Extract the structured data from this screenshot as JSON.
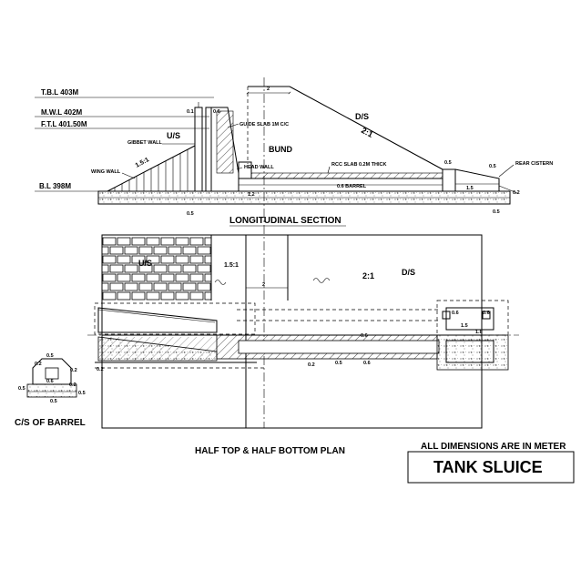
{
  "longitudinal": {
    "levels": {
      "tbl": "T.B.L 403M",
      "mwl": "M.W.L 402M",
      "ftl": "F.T.L 401.50M",
      "bl": "B.L 398M"
    },
    "labels": {
      "us": "U/S",
      "ds": "D/S",
      "slope_us": "1.5:1",
      "slope_ds": "2:1",
      "bund": "BUND",
      "gibbet_wall": "GIBBET WALL",
      "wing_wall": "WING WALL",
      "guide_slab": "GUIDE SLAB 1M C/C",
      "head_wall": "HEAD WALL",
      "rcc_slab": "RCC SLAB 0.2M THICK",
      "barrel": "0.6 BARREL",
      "rear_cistern": "REAR CISTERN"
    },
    "dims": {
      "top_width": "2",
      "d_01": "0.1",
      "d_06a": "0.6",
      "d_12": "1.2",
      "d_05a": "0.5",
      "d_05b": "0.5",
      "d_05c": "0.5",
      "d_15": "1.5",
      "d_02": "0.2",
      "d_05d": "0.5"
    },
    "title": "LONGITUDINAL SECTION"
  },
  "plan": {
    "labels": {
      "us": "U/S",
      "slope_us": "1.5:1",
      "slope_ds": "2:1",
      "ds": "D/S"
    },
    "dims": {
      "d_2": "2",
      "d_06a": "0.6",
      "d_06b": "0.6",
      "d_18": "1.8",
      "d_15": "1.5",
      "d_06c": "0.6",
      "d_02a": "0.2",
      "d_05": "0.5",
      "d_06d": "0.6",
      "d_02b": "0.2"
    },
    "title": "HALF TOP & HALF BOTTOM PLAN"
  },
  "cs": {
    "dims": {
      "d_05a": "0.5",
      "d_02a": "0.2",
      "d_02b": "0.2",
      "d_06": "0.6",
      "d_05b": "0.5",
      "d_02c": "0.2",
      "d_05c": "0.5",
      "d_05d": "0.5"
    },
    "title": "C/S OF BARREL"
  },
  "note": "ALL DIMENSIONS ARE IN METER",
  "drawing_title": "TANK SLUICE"
}
